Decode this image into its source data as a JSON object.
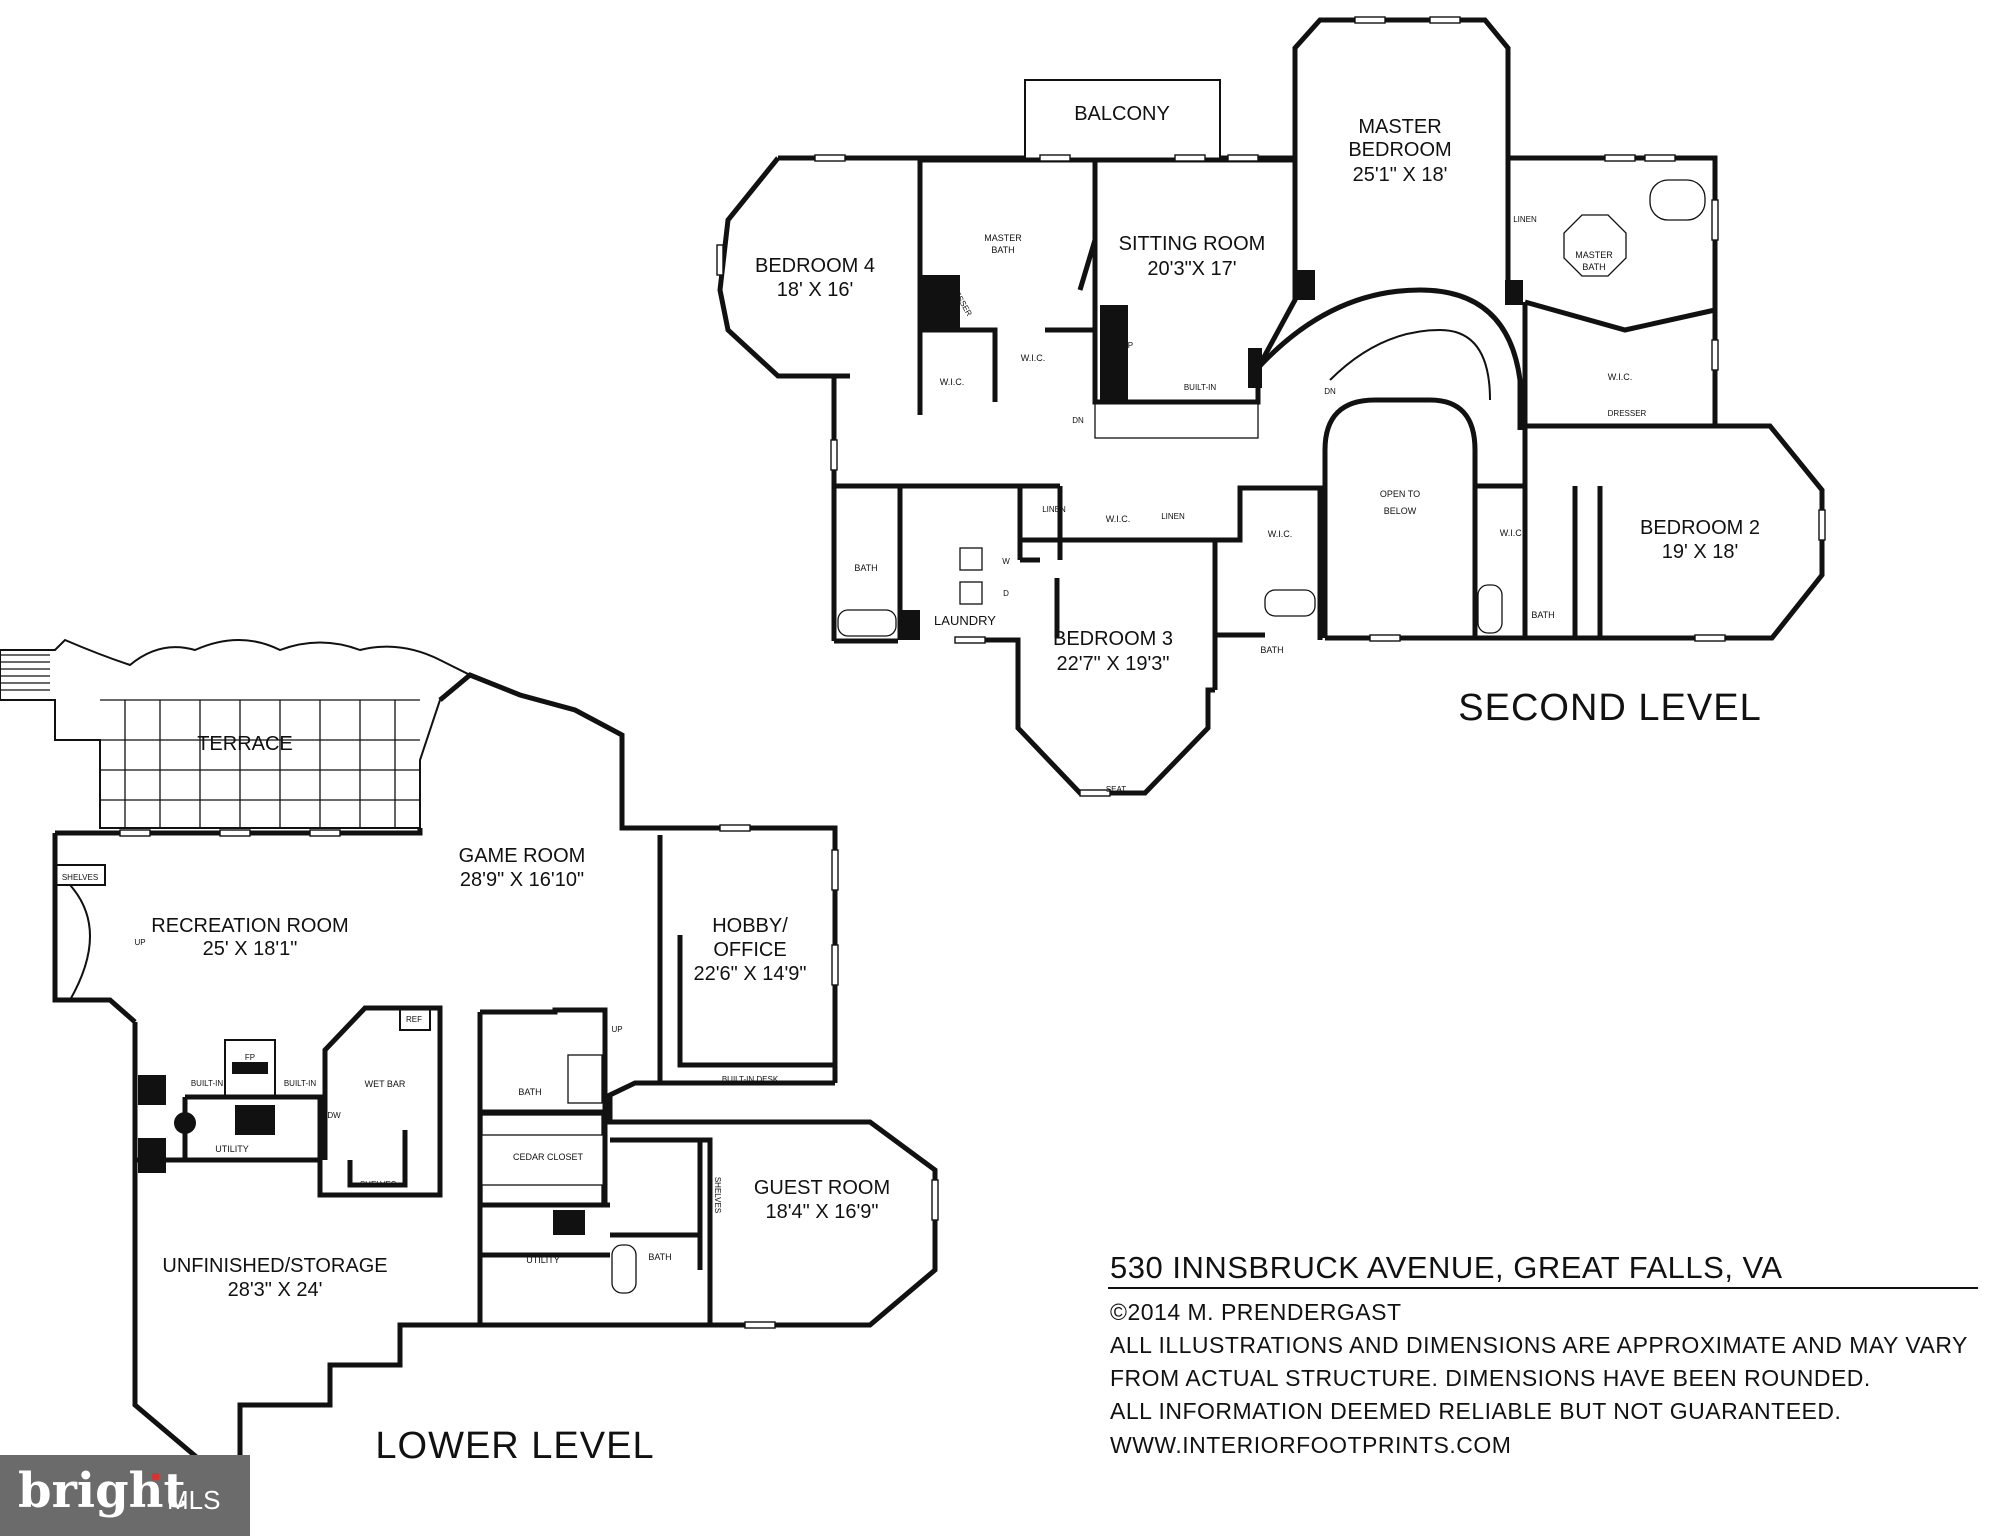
{
  "second_level": {
    "title": "SECOND LEVEL",
    "rooms": {
      "balcony": "BALCONY",
      "master_bedroom": {
        "name_line1": "MASTER",
        "name_line2": "BEDROOM",
        "dims": "25'1\" X 18'"
      },
      "bedroom4": {
        "name": "BEDROOM 4",
        "dims": "18' X 16'"
      },
      "master_bath_left": {
        "line1": "MASTER",
        "line2": "BATH"
      },
      "dresser_left": "DRESSER",
      "sitting_room": {
        "name": "SITTING ROOM",
        "dims": "20'3\"X 17'"
      },
      "fp": "FP",
      "built_in": "BUILT-IN",
      "wic_left_a": "W.I.C.",
      "wic_left_b": "W.I.C.",
      "dn_left": "DN",
      "dn_right": "DN",
      "linen_right": "LINEN",
      "master_bath_right": {
        "line1": "MASTER",
        "line2": "BATH"
      },
      "wic_right": "W.I.C.",
      "dresser_right": "DRESSER",
      "open_to_below": {
        "line1": "OPEN TO",
        "line2": "BELOW"
      },
      "bedroom2": {
        "name": "BEDROOM 2",
        "dims": "19' X 18'"
      },
      "wic_bed2": "W.I.C.",
      "bath_bed2": "BATH",
      "bath_left": "BATH",
      "laundry": "LAUNDRY",
      "washer": "W",
      "dryer": "D",
      "linen_a": "LINEN",
      "linen_b": "LINEN",
      "wic_mid": "W.I.C.",
      "wic_bed3": "W.I.C.",
      "bedroom3": {
        "name": "BEDROOM 3",
        "dims": "22'7\" X 19'3\""
      },
      "bath_bed3": "BATH",
      "seat": "SEAT"
    }
  },
  "lower_level": {
    "title": "LOWER LEVEL",
    "rooms": {
      "terrace": "TERRACE",
      "shelves_a": "SHELVES",
      "up_left": "UP",
      "recreation_room": {
        "name": "RECREATION ROOM",
        "dims": "25' X 18'1\""
      },
      "game_room": {
        "name": "GAME ROOM",
        "dims": "28'9\" X 16'10\""
      },
      "hobby_office": {
        "line1": "HOBBY/",
        "line2": "OFFICE",
        "dims": "22'6\" X 14'9\""
      },
      "built_in_desk": "BUILT-IN DESK",
      "fp": "FP",
      "built_in_a": "BUILT-IN",
      "built_in_b": "BUILT-IN",
      "wet_bar": "WET BAR",
      "ref": "REF",
      "dw": "DW",
      "shelves_b": "SHELVES",
      "utility_a": "UTILITY",
      "bath_a": "BATH",
      "up_stair": "UP",
      "cedar_closet": "CEDAR CLOSET",
      "utility_b": "UTILITY",
      "shelves_c": "SHELVES",
      "bath_b": "BATH",
      "guest_room": {
        "name": "GUEST ROOM",
        "dims": "18'4\" X 16'9\""
      },
      "storage": {
        "name": "UNFINISHED/STORAGE",
        "dims": "28'3\" X 24'"
      }
    }
  },
  "info": {
    "address": "530 INNSBRUCK AVENUE, GREAT FALLS, VA",
    "copyright": "©2014 M. PRENDERGAST",
    "disclaimer_1": "ALL ILLUSTRATIONS AND DIMENSIONS ARE APPROXIMATE AND MAY VARY",
    "disclaimer_2": "FROM ACTUAL STRUCTURE. DIMENSIONS HAVE BEEN ROUNDED.",
    "disclaimer_3": "ALL INFORMATION DEEMED RELIABLE BUT NOT GUARANTEED.",
    "website": "WWW.INTERIORFOOTPRINTS.COM"
  },
  "badge": {
    "brand": "bright",
    "suffix": "MLS",
    "color": "#6b6b6b",
    "dot_color": "#d9322f"
  }
}
